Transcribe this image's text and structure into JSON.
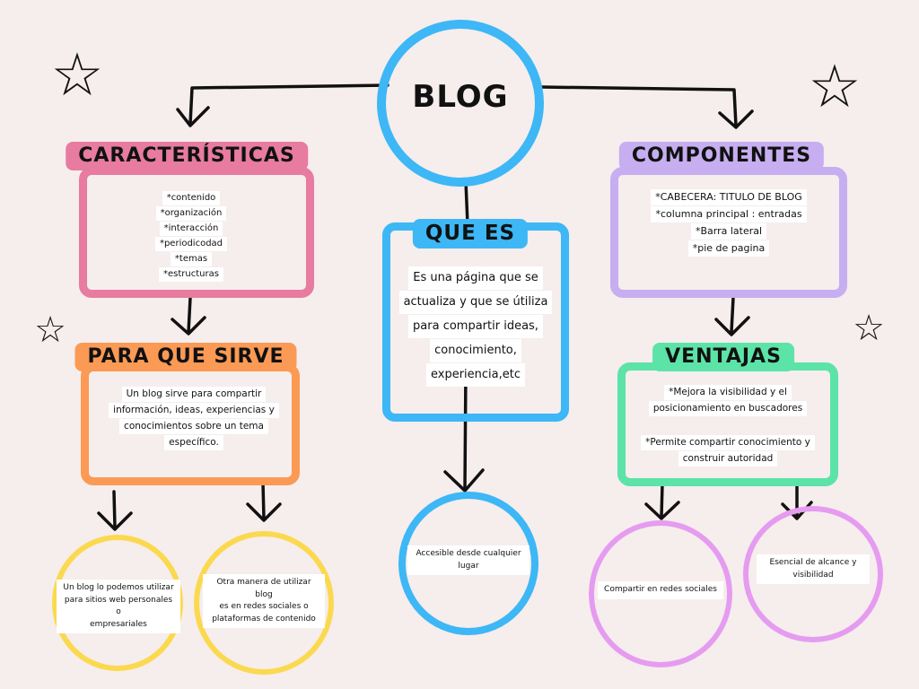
{
  "center": {
    "title": "BLOG"
  },
  "caracteristicas": {
    "title": "CARACTERÍSTICAS",
    "items": [
      "*contenido",
      "*organización",
      "*interacción",
      "*periodicodad",
      "*temas",
      "*estructuras"
    ]
  },
  "para_que_sirve": {
    "title": "PARA QUE SIRVE",
    "text_lines": [
      "Un blog sirve para compartir",
      "información, ideas, experiencias y",
      "conocimientos sobre un tema",
      "específico."
    ],
    "bubble_left_lines": [
      "Un blog lo podemos utilizar",
      "para sitios web personales o",
      "empresariales"
    ],
    "bubble_right_lines": [
      "Otra manera de utilizar blog",
      "es en redes sociales o",
      "plataformas de contenido"
    ]
  },
  "que_es": {
    "title": "QUE ES",
    "text_lines": [
      "Es una página que se",
      "actualiza y que se útiliza",
      "para compartir ideas,",
      "conocimiento,",
      "experiencia,etc"
    ],
    "bubble_lines": [
      "Accesible desde cualquier",
      "lugar"
    ]
  },
  "componentes": {
    "title": "COMPONENTES",
    "items": [
      "*CABECERA: TITULO DE BLOG",
      "*columna principal : entradas",
      "*Barra lateral",
      "*pie de pagina"
    ]
  },
  "ventajas": {
    "title": "VENTAJAS",
    "item1_lines": [
      "*Mejora la visibilidad y el",
      "posicionamiento en buscadores"
    ],
    "item2_lines": [
      "*Permite compartir conocimiento y",
      "construir autoridad"
    ],
    "bubble_left_lines": [
      "Compartir en redes sociales"
    ],
    "bubble_right_lines": [
      "Esencial de alcance y",
      "visibilidad"
    ]
  },
  "colors": {
    "blue": "#3db7f5",
    "pink": "#e77ba0",
    "orange": "#fb9a55",
    "lavender": "#c6aef0",
    "green": "#5ce3a8",
    "yellow": "#fbd94f",
    "violet": "#e59cf0",
    "ink": "#111111"
  }
}
